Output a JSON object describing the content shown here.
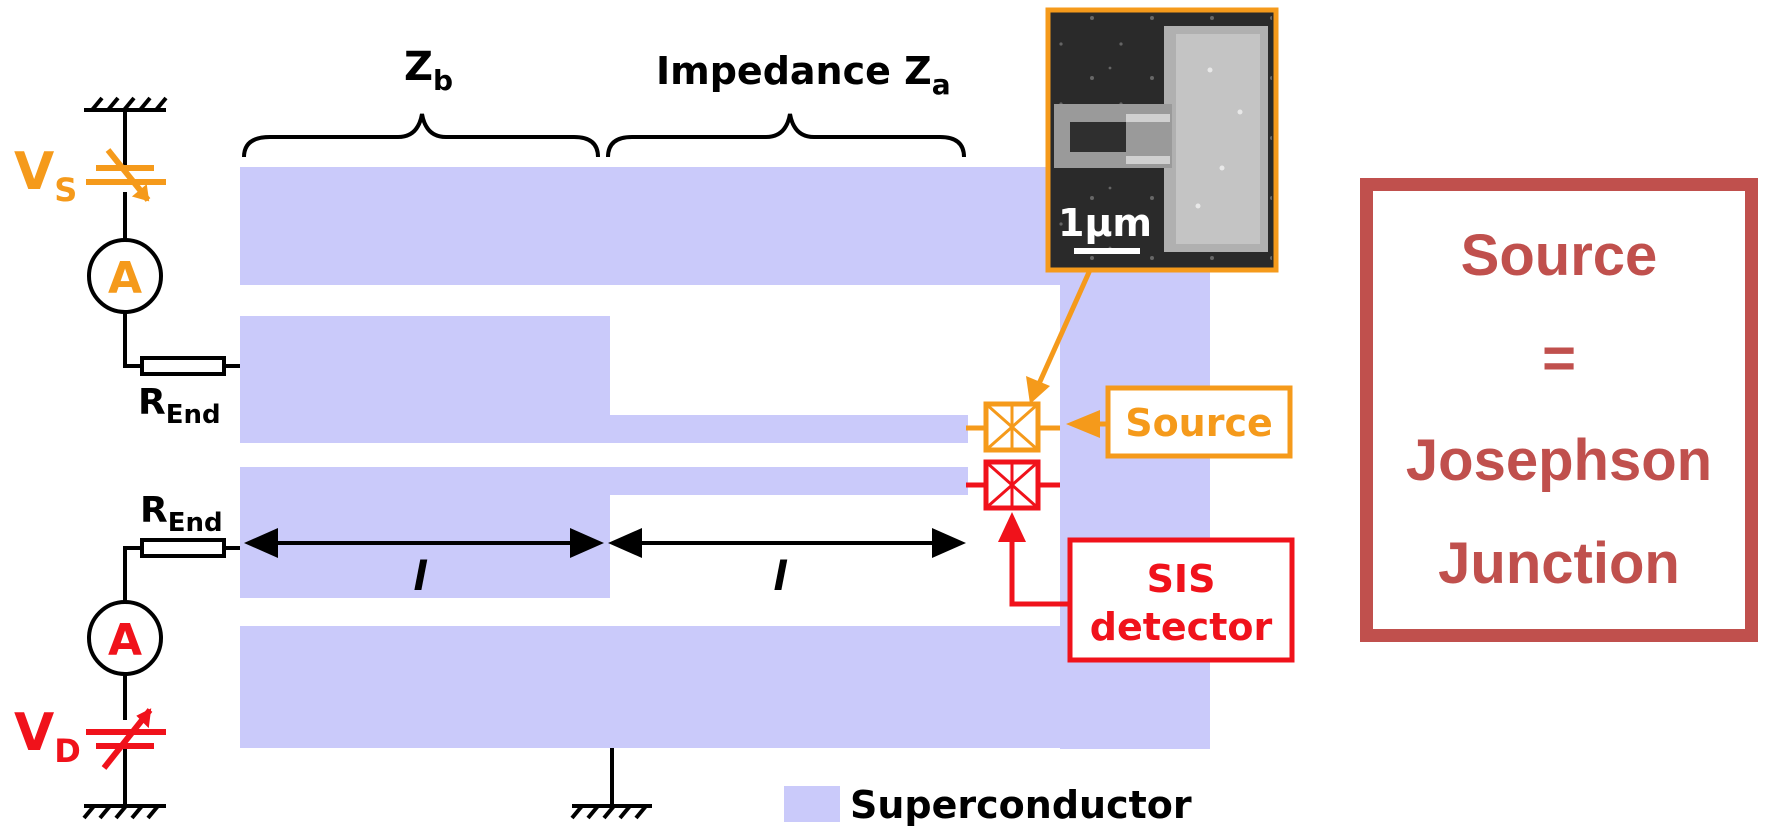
{
  "labels": {
    "zb_main": "Z",
    "zb_sub": "b",
    "za_main": "Impedance Z",
    "za_sub": "a",
    "vs_main": "V",
    "vs_sub": "S",
    "vd_main": "V",
    "vd_sub": "D",
    "ammeter_top": "A",
    "ammeter_bottom": "A",
    "rend_top_main": "R",
    "rend_top_sub": "End",
    "rend_bottom_main": "R",
    "rend_bottom_sub": "End",
    "length_left": "l",
    "length_right": "l",
    "scale_bar": "1µm",
    "source_box": "Source",
    "sis_line1": "SIS",
    "sis_line2": "detector",
    "legend": "Superconductor"
  },
  "note": {
    "line1": "Source",
    "line2": "=",
    "line3": "Josephson",
    "line4": "Junction"
  },
  "colors": {
    "superconductor": "#cacafa",
    "source": "#f59a1b",
    "detector": "#f0121b",
    "note": "#c0504d",
    "wire": "#000000"
  }
}
